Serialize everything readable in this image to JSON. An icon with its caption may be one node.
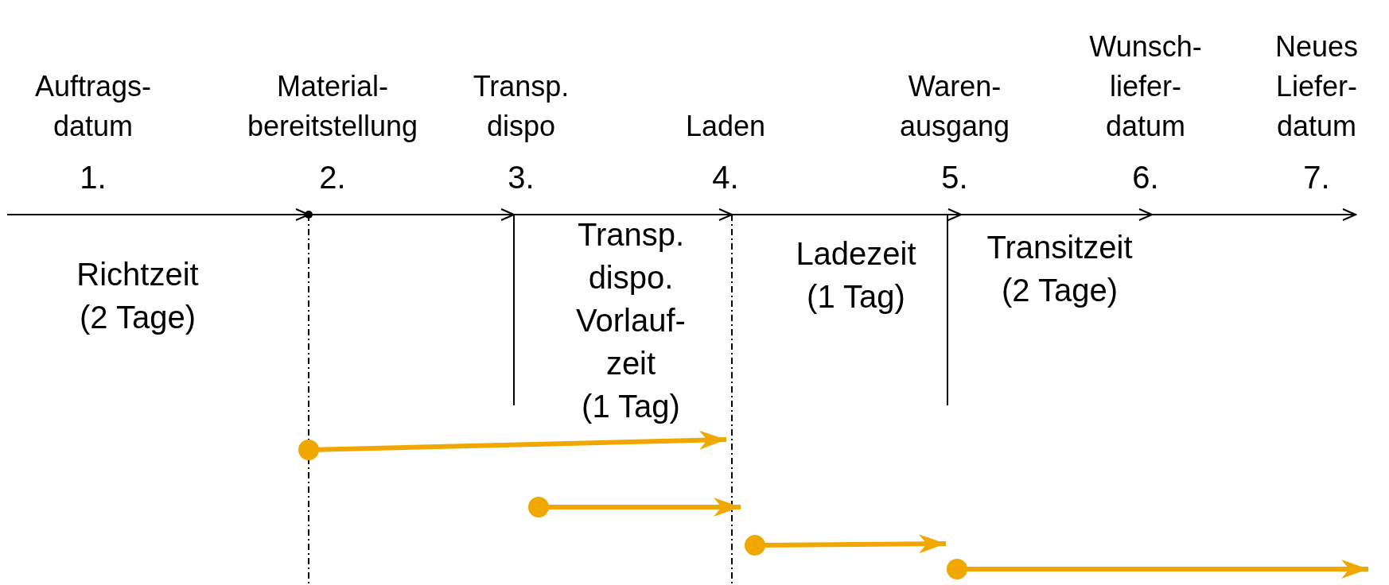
{
  "diagram": {
    "nodes": [
      {
        "text": [
          "Auftrags- datum",
          "1."
        ]
      },
      {
        "text": [
          "Material- bereitstellung",
          "2."
        ]
      },
      {
        "text": [
          "Transp. dispo",
          "3."
        ]
      },
      {
        "text": [
          "Laden",
          "4."
        ]
      },
      {
        "text": [
          "Waren- ausgang",
          "5."
        ]
      },
      {
        "text": [
          "Wunsch- liefer- datum",
          "6."
        ]
      },
      {
        "text": [
          "Neues Liefer- datum",
          "7."
        ]
      }
    ],
    "edges": [
      {
        "from": 0,
        "to": 1,
        "arrow": "to"
      },
      {
        "from": 1,
        "to": 2,
        "arrow": "to"
      },
      {
        "from": 2,
        "to": 3,
        "arrow": "to"
      },
      {
        "from": 3,
        "to": 4,
        "arrow": "to"
      },
      {
        "from": 4,
        "to": 5,
        "arrow": "to"
      },
      {
        "from": 5,
        "to": 6,
        "arrow": "to"
      }
    ],
    "labels": [
      "Richtzeit",
      "(2 Tage)",
      "Transp. dispo. Vorlauf- zeit",
      "(1 Tag)",
      "Ladezeit",
      "(1 Tag)",
      "Transitzeit",
      "(2 Tage)"
    ]
  }
}
